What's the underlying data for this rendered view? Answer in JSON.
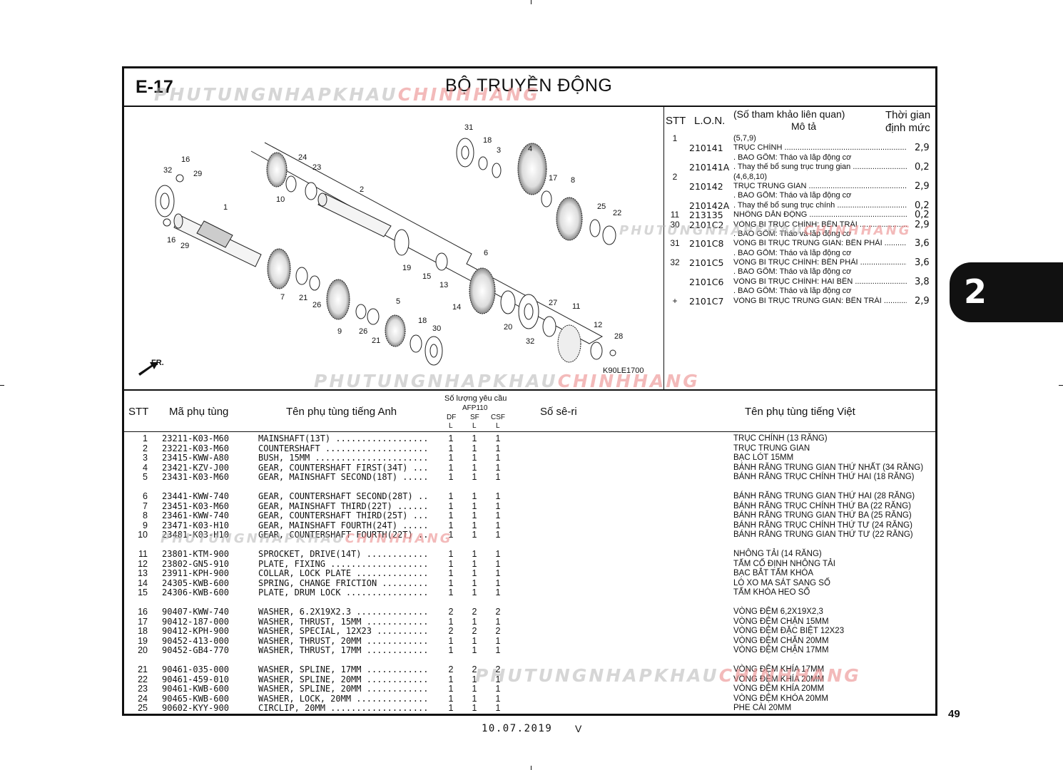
{
  "header": {
    "section_code": "E-17",
    "title": "BỘ TRUYỀN ĐỘNG"
  },
  "watermark": {
    "part1": "PHUTUNGNHAPKHAU",
    "part2": "CHINHHANG"
  },
  "diagram": {
    "ref_code": "K90LE1700",
    "direction_label": "FR.",
    "callouts": [
      "31",
      "18",
      "3",
      "4",
      "17",
      "8",
      "25",
      "22",
      "16",
      "24",
      "23",
      "10",
      "32",
      "29",
      "1",
      "2",
      "16",
      "29",
      "19",
      "15",
      "13",
      "14",
      "6",
      "7",
      "21",
      "26",
      "9",
      "26",
      "21",
      "5",
      "18",
      "30",
      "20",
      "32",
      "27",
      "11",
      "12",
      "28"
    ]
  },
  "labor_table": {
    "col_stt": "STT",
    "col_lon": "L.O.N.",
    "col_desc_line1": "(Số tham khảo liên quan)",
    "col_desc_line2": "Mô tả",
    "col_time_line1": "Thời gian",
    "col_time_line2": "định mức",
    "rows": [
      {
        "stt": "1",
        "code": "",
        "desc": "(5,7,9)",
        "time": "",
        "dots": false
      },
      {
        "stt": "",
        "code": "210141",
        "desc": "TRỤC CHÍNH",
        "time": "2,9",
        "dots": true
      },
      {
        "stt": "",
        "code": "",
        "desc": ". BAO GỒM: Tháo và lắp động cơ",
        "time": "",
        "dots": false
      },
      {
        "stt": "",
        "code": "210141A",
        "desc": ". Thay thế bổ sung trục trung gian",
        "time": "0,2",
        "dots": true
      },
      {
        "stt": "2",
        "code": "",
        "desc": "(4,6,8,10)",
        "time": "",
        "dots": false
      },
      {
        "stt": "",
        "code": "210142",
        "desc": "TRỤC TRUNG GIAN",
        "time": "2,9",
        "dots": true
      },
      {
        "stt": "",
        "code": "",
        "desc": ". BAO GỒM: Tháo và lắp động cơ",
        "time": "",
        "dots": false
      },
      {
        "stt": "",
        "code": "210142A",
        "desc": ". Thay thế bổ sung trục chính",
        "time": "0,2",
        "dots": true
      },
      {
        "stt": "11",
        "code": "213135",
        "desc": "NHÔNG DẪN ĐỘNG",
        "time": "0,2",
        "dots": true
      },
      {
        "stt": "30",
        "code": "2101C2",
        "desc": "VÒNG BI TRỤC CHÍNH: BÊN TRÁI",
        "time": "2,9",
        "dots": true
      },
      {
        "stt": "",
        "code": "",
        "desc": ". BAO GỒM: Tháo và lắp động cơ",
        "time": "",
        "dots": false
      },
      {
        "stt": "31",
        "code": "2101C8",
        "desc": "VÒNG BI TRỤC TRUNG GIAN: BÊN PHẢI",
        "time": "3,6",
        "dots": true
      },
      {
        "stt": "",
        "code": "",
        "desc": ". BAO GỒM: Tháo và lắp động cơ",
        "time": "",
        "dots": false
      },
      {
        "stt": "32",
        "code": "2101C5",
        "desc": "VÒNG BI TRỤC CHÍNH: BÊN PHẢI",
        "time": "3,6",
        "dots": true
      },
      {
        "stt": "",
        "code": "",
        "desc": ". BAO GỒM: Tháo và lắp động cơ",
        "time": "",
        "dots": false
      },
      {
        "stt": "",
        "code": "2101C6",
        "desc": "VÒNG BI TRỤC CHÍNH: HAI BÊN",
        "time": "3,8",
        "dots": true
      },
      {
        "stt": "",
        "code": "",
        "desc": ". BAO GỒM: Tháo và lắp động cơ",
        "time": "",
        "dots": false
      },
      {
        "stt": "+",
        "code": "2101C7",
        "desc": "VÒNG BI TRỤC TRUNG GIAN: BÊN TRÁI",
        "time": "2,9",
        "dots": true
      }
    ]
  },
  "parts_table": {
    "col_stt": "STT",
    "col_part_no": "Mã phụ tùng",
    "col_name_en": "Tên phụ tùng tiếng Anh",
    "col_qty": "Số lượng yêu cầu",
    "col_model": "AFP110",
    "col_df": "DF",
    "col_sf": "SF",
    "col_csf": "CSF",
    "col_l": "L",
    "col_serial": "Số sê-ri",
    "col_name_vn": "Tên phụ tùng tiếng Việt",
    "rows": [
      {
        "stt": "1",
        "pn": "23211-K03-M60",
        "en": "MAINSHAFT(13T)",
        "df": "1",
        "sf": "1",
        "csf": "1",
        "vn": "TRỤC CHÍNH (13 RĂNG)"
      },
      {
        "stt": "2",
        "pn": "23221-K03-M60",
        "en": "COUNTERSHAFT",
        "df": "1",
        "sf": "1",
        "csf": "1",
        "vn": "TRỤC TRUNG GIAN"
      },
      {
        "stt": "3",
        "pn": "23415-KWW-A80",
        "en": "BUSH, 15MM",
        "df": "1",
        "sf": "1",
        "csf": "1",
        "vn": "BẠC LÓT 15MM"
      },
      {
        "stt": "4",
        "pn": "23421-KZV-J00",
        "en": "GEAR, COUNTERSHAFT FIRST(34T)",
        "df": "1",
        "sf": "1",
        "csf": "1",
        "vn": "BÁNH RĂNG TRUNG GIAN THỨ NHẤT (34 RĂNG)"
      },
      {
        "stt": "5",
        "pn": "23431-K03-M60",
        "en": "GEAR, MAINSHAFT SECOND(18T)",
        "df": "1",
        "sf": "1",
        "csf": "1",
        "vn": "BÁNH RĂNG TRỤC CHÍNH THỨ HAI (18 RĂNG)"
      },
      {
        "stt": "6",
        "pn": "23441-KWW-740",
        "en": "GEAR, COUNTERSHAFT SECOND(28T)",
        "df": "1",
        "sf": "1",
        "csf": "1",
        "vn": "BÁNH RĂNG TRUNG GIAN THỨ HAI (28 RĂNG)"
      },
      {
        "stt": "7",
        "pn": "23451-K03-M60",
        "en": "GEAR, MAINSHAFT THIRD(22T)",
        "df": "1",
        "sf": "1",
        "csf": "1",
        "vn": "BÁNH RĂNG TRỤC CHÍNH THỨ BA (22 RĂNG)"
      },
      {
        "stt": "8",
        "pn": "23461-KWW-740",
        "en": "GEAR, COUNTERSHAFT THIRD(25T)",
        "df": "1",
        "sf": "1",
        "csf": "1",
        "vn": "BÁNH RĂNG TRUNG GIAN THỨ BA (25 RĂNG)"
      },
      {
        "stt": "9",
        "pn": "23471-K03-H10",
        "en": "GEAR, MAINSHAFT FOURTH(24T)",
        "df": "1",
        "sf": "1",
        "csf": "1",
        "vn": "BÁNH RĂNG TRỤC CHÍNH THỨ TƯ (24 RĂNG)"
      },
      {
        "stt": "10",
        "pn": "23481-K03-H10",
        "en": "GEAR, COUNTERSHAFT FOURTH(22T)",
        "df": "1",
        "sf": "1",
        "csf": "1",
        "vn": "BÁNH RĂNG TRUNG GIAN THỨ TƯ (22 RĂNG)"
      },
      {
        "stt": "11",
        "pn": "23801-KTM-900",
        "en": "SPROCKET, DRIVE(14T)",
        "df": "1",
        "sf": "1",
        "csf": "1",
        "vn": "NHÔNG TẢI (14 RĂNG)"
      },
      {
        "stt": "12",
        "pn": "23802-GN5-910",
        "en": "PLATE, FIXING",
        "df": "1",
        "sf": "1",
        "csf": "1",
        "vn": "TẤM CỐ ĐỊNH NHÔNG TẢI"
      },
      {
        "stt": "13",
        "pn": "23911-KPH-900",
        "en": "COLLAR, LOCK PLATE",
        "df": "1",
        "sf": "1",
        "csf": "1",
        "vn": "BẠC BẮT TẤM KHÓA"
      },
      {
        "stt": "14",
        "pn": "24305-KWB-600",
        "en": "SPRING, CHANGE FRICTION",
        "df": "1",
        "sf": "1",
        "csf": "1",
        "vn": "LÒ XO MA SÁT SANG SỐ"
      },
      {
        "stt": "15",
        "pn": "24306-KWB-600",
        "en": "PLATE, DRUM LOCK",
        "df": "1",
        "sf": "1",
        "csf": "1",
        "vn": "TẤM KHÓA HEO SỐ"
      },
      {
        "stt": "16",
        "pn": "90407-KWW-740",
        "en": "WASHER, 6.2X19X2.3",
        "df": "2",
        "sf": "2",
        "csf": "2",
        "vn": "VÒNG ĐỆM 6,2X19X2,3"
      },
      {
        "stt": "17",
        "pn": "90412-187-000",
        "en": "WASHER, THRUST, 15MM",
        "df": "1",
        "sf": "1",
        "csf": "1",
        "vn": "VÒNG ĐỆM CHẶN 15MM"
      },
      {
        "stt": "18",
        "pn": "90412-KPH-900",
        "en": "WASHER, SPECIAL, 12X23",
        "df": "2",
        "sf": "2",
        "csf": "2",
        "vn": "VÒNG ĐỆM ĐẶC BIỆT 12X23"
      },
      {
        "stt": "19",
        "pn": "90452-413-000",
        "en": "WASHER, THRUST, 20MM",
        "df": "1",
        "sf": "1",
        "csf": "1",
        "vn": "VÒNG ĐỆM CHẶN 20MM"
      },
      {
        "stt": "20",
        "pn": "90452-GB4-770",
        "en": "WASHER, THRUST, 17MM",
        "df": "1",
        "sf": "1",
        "csf": "1",
        "vn": "VÒNG ĐỆM CHẶN 17MM"
      },
      {
        "stt": "21",
        "pn": "90461-035-000",
        "en": "WASHER, SPLINE, 17MM",
        "df": "2",
        "sf": "2",
        "csf": "2",
        "vn": "VÒNG ĐỆM KHÍA 17MM"
      },
      {
        "stt": "22",
        "pn": "90461-459-010",
        "en": "WASHER, SPLINE, 20MM",
        "df": "1",
        "sf": "1",
        "csf": "1",
        "vn": "VÒNG ĐỆM KHÍA 20MM"
      },
      {
        "stt": "23",
        "pn": "90461-KWB-600",
        "en": "WASHER, SPLINE, 20MM",
        "df": "1",
        "sf": "1",
        "csf": "1",
        "vn": "VÒNG ĐỆM KHÍA 20MM"
      },
      {
        "stt": "24",
        "pn": "90465-KWB-600",
        "en": "WASHER, LOCK, 20MM",
        "df": "1",
        "sf": "1",
        "csf": "1",
        "vn": "VÒNG ĐỆM KHÓA 20MM"
      },
      {
        "stt": "25",
        "pn": "90602-KYY-900",
        "en": "CIRCLIP, 20MM",
        "df": "1",
        "sf": "1",
        "csf": "1",
        "vn": "PHE CÀI 20MM"
      }
    ]
  },
  "side_tab": "2",
  "page_number": "49",
  "footer": {
    "date": "10.07.2019",
    "version": "V"
  }
}
